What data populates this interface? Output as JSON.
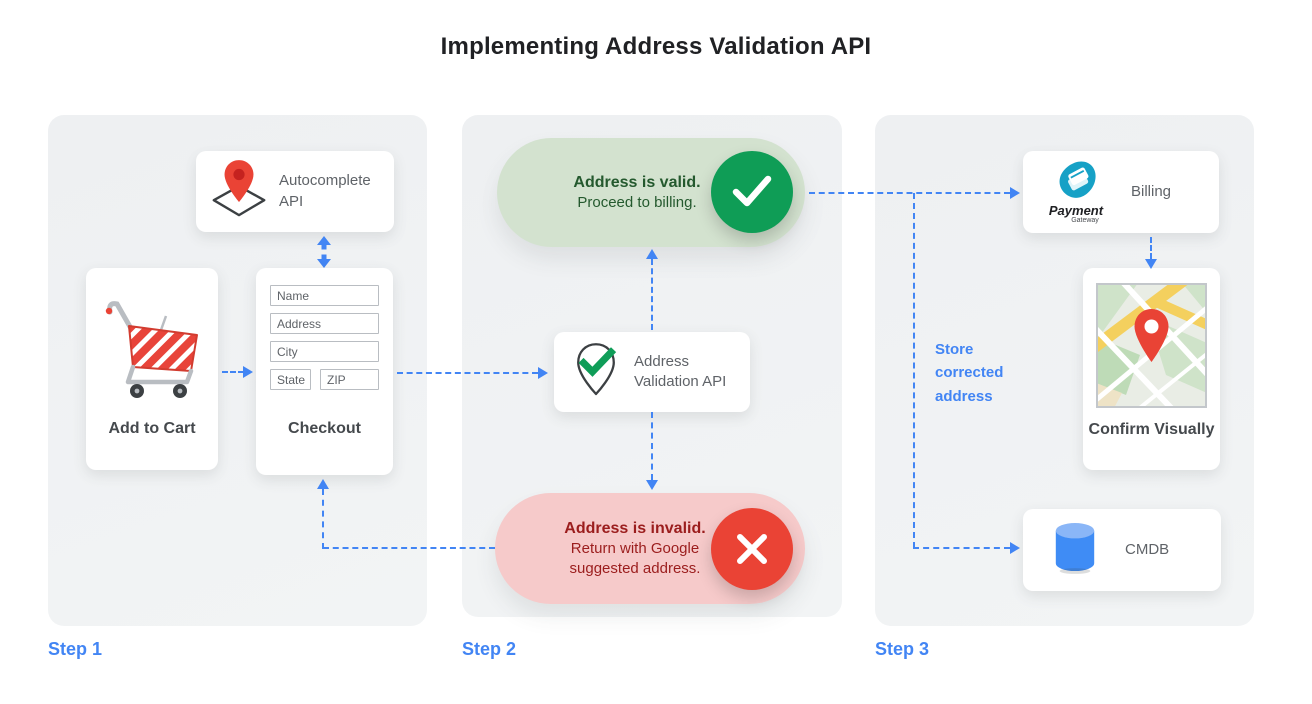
{
  "title": "Implementing Address Validation API",
  "steps": [
    {
      "label": "Step 1"
    },
    {
      "label": "Step 2"
    },
    {
      "label": "Step 3"
    }
  ],
  "step1": {
    "autocomplete_api": {
      "label": "Autocomplete API",
      "icon": "red-map-pin-on-diamond"
    },
    "add_to_cart": {
      "label": "Add to Cart",
      "icon": "red-shopping-cart"
    },
    "checkout": {
      "label": "Checkout",
      "fields": [
        "Name",
        "Address",
        "City",
        "State",
        "ZIP"
      ]
    }
  },
  "step2": {
    "validation_api": {
      "label": "Address Validation API",
      "icon": "pin-with-green-check"
    },
    "valid_pill": {
      "title": "Address is valid.",
      "subtitle": "Proceed to billing.",
      "icon": "white-check-in-green-circle"
    },
    "invalid_pill": {
      "title": "Address is invalid.",
      "subtitle": "Return with Google suggested address.",
      "icon": "white-x-in-red-circle"
    }
  },
  "step3": {
    "billing": {
      "label": "Billing",
      "logo_title": "Payment",
      "logo_subtitle": "Gateway",
      "icon": "payment-gateway-logo"
    },
    "confirm_visually": {
      "label": "Confirm Visually",
      "icon": "map-thumbnail-with-pin"
    },
    "cmdb": {
      "label": "CMDB",
      "icon": "blue-database-cylinder"
    },
    "store_note": "Store corrected address"
  },
  "colors": {
    "arrow_blue": "#4285f4",
    "valid_green": "#0f9d56",
    "valid_pill_bg": "#d3e2cf",
    "valid_text": "#24592e",
    "invalid_red": "#ea4335",
    "invalid_pill_bg": "#f6caca",
    "invalid_text": "#9b1d1d",
    "panel_bg": "#f1f3f4",
    "gray_label": "#5f6368",
    "payment_teal": "#16a1c6"
  }
}
